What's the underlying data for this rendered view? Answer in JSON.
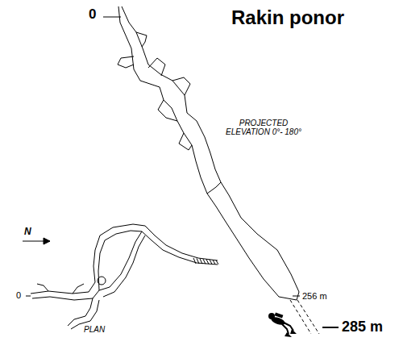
{
  "diagram": {
    "title": "Rakin ponor",
    "labels": [
      "0",
      "PROJECTED ELEVATION 0°- 180°",
      "N",
      "0",
      "PLAN",
      "256 m",
      "285 m"
    ]
  }
}
